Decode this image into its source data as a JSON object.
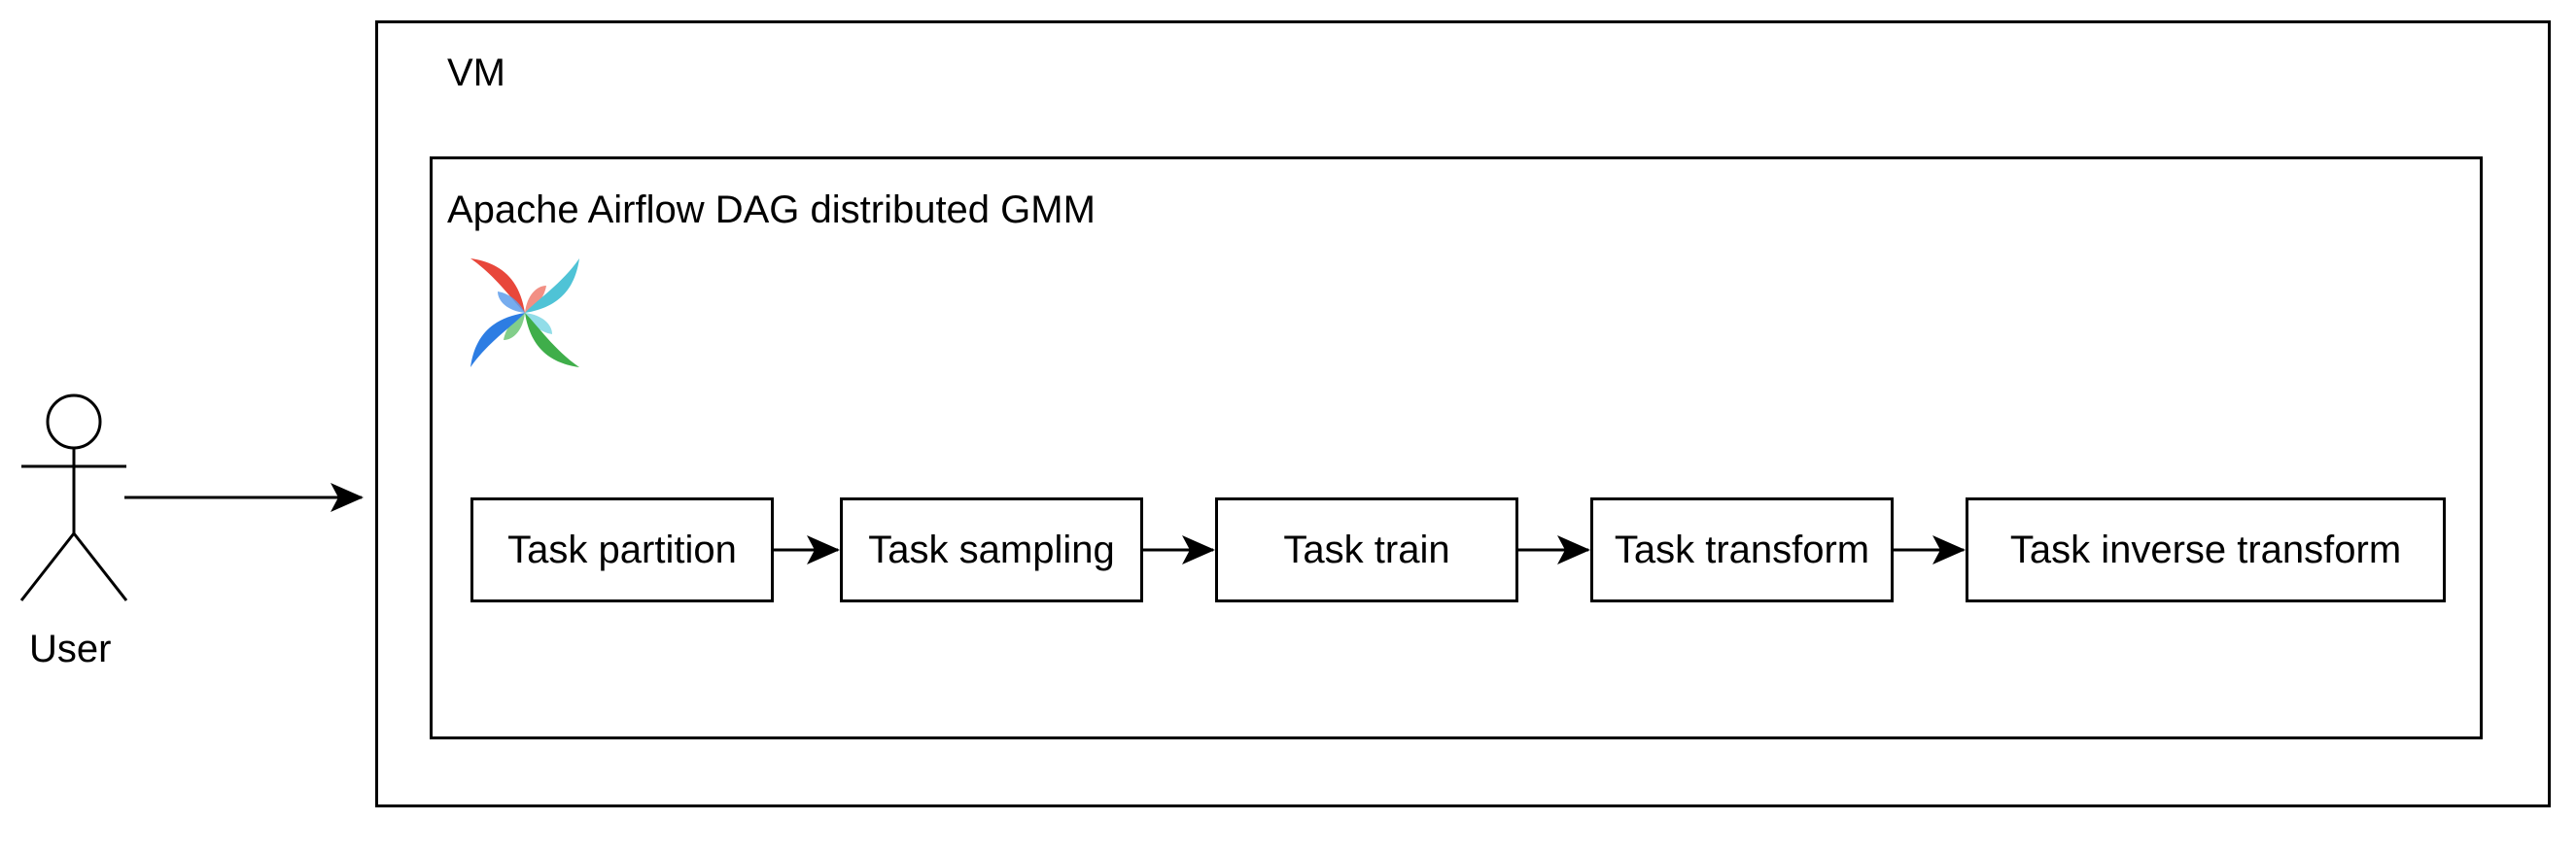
{
  "actor": {
    "label": "User"
  },
  "vm": {
    "label": "VM"
  },
  "dag": {
    "label": "Apache Airflow DAG distributed GMM",
    "logo": "apache-airflow-pinwheel-icon"
  },
  "tasks": [
    {
      "label": "Task partition"
    },
    {
      "label": "Task sampling"
    },
    {
      "label": "Task train"
    },
    {
      "label": "Task transform"
    },
    {
      "label": "Task inverse transform"
    }
  ],
  "colors": {
    "stroke": "#000000",
    "logo_red": "#E8473B",
    "logo_teal": "#4FC3D6",
    "logo_blue": "#2D7DE3",
    "logo_green": "#3FAE4A"
  }
}
